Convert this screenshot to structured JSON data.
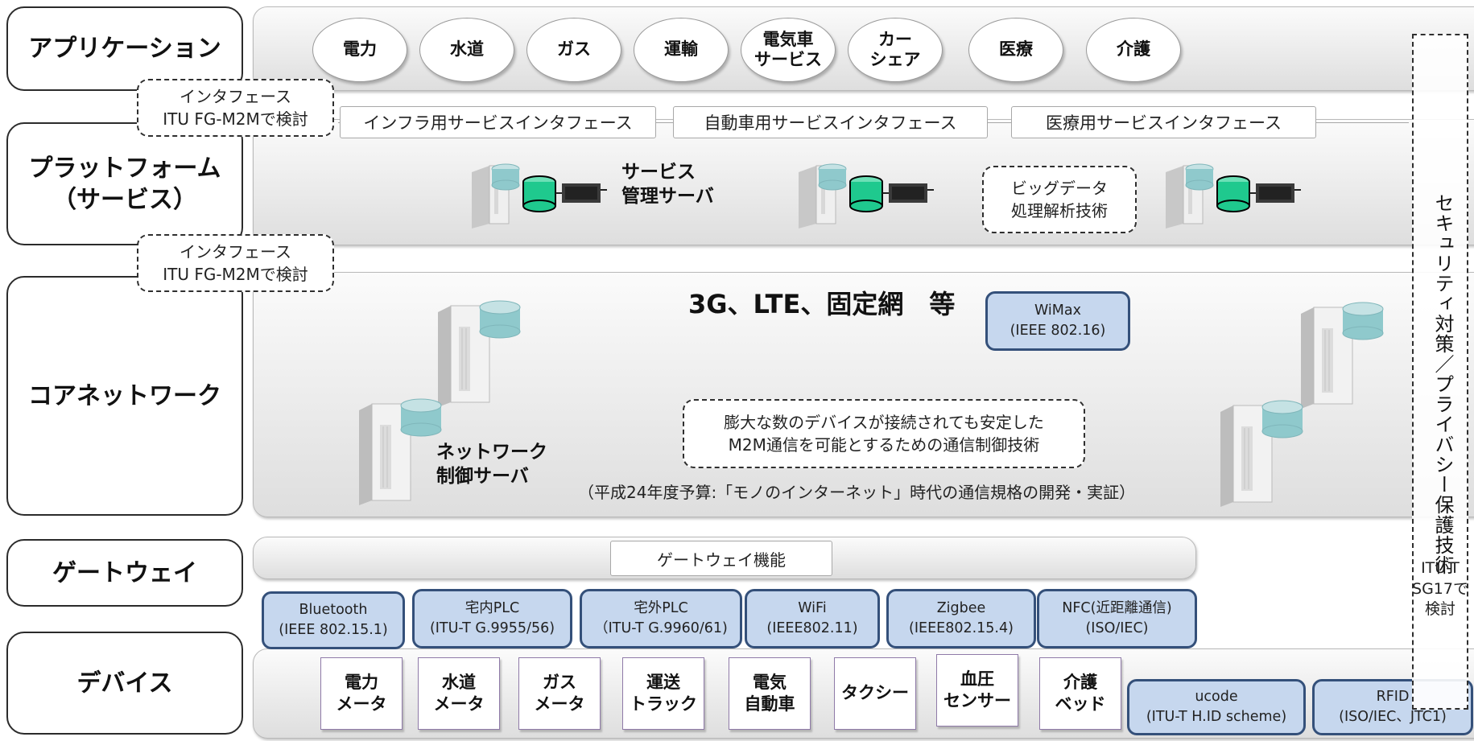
{
  "layers": {
    "application": "アプリケーション",
    "platform": "プラットフォーム\n（サービス）",
    "core_network": "コアネットワーク",
    "gateway": "ゲートウェイ",
    "device": "デバイス"
  },
  "interface_notes": [
    "インタフェース\nITU FG-M2Mで検討",
    "インタフェース\nITU FG-M2Mで検討"
  ],
  "applications": [
    "電力",
    "水道",
    "ガス",
    "運輸",
    "電気車\nサービス",
    "カー\nシェア",
    "医療",
    "介護"
  ],
  "service_interfaces": [
    "インフラ用サービスインタフェース",
    "自動車用サービスインタフェース",
    "医療用サービスインタフェース"
  ],
  "platform": {
    "server_label": "サービス\n管理サーバ",
    "big_data": "ビッグデータ\n処理解析技術"
  },
  "core": {
    "networks_title": "3G、LTE、固定網　等",
    "wimax": "WiMax\n(IEEE 802.16)",
    "control_tech": "膨大な数のデバイスが接続されても安定した\nM2M通信を可能とするための通信制御技術",
    "server_label": "ネットワーク\n制御サーバ",
    "budget_note": "（平成24年度予算:「モノのインターネット」時代の通信規格の開発・実証）"
  },
  "gateway": {
    "function_label": "ゲートウェイ機能"
  },
  "access_standards": [
    "Bluetooth\n(IEEE 802.15.1)",
    "宅内PLC\n(ITU-T G.9955/56)",
    "宅外PLC\n（ITU-T G.9960/61)",
    "WiFi\n(IEEE802.11)",
    "Zigbee\n(IEEE802.15.4)",
    "NFC(近距離通信)\n(ISO/IEC)"
  ],
  "devices": [
    "電力\nメータ",
    "水道\nメータ",
    "ガス\nメータ",
    "運送\nトラック",
    "電気\n自動車",
    "タクシー",
    "血圧\nセンサー",
    "介護\nベッド"
  ],
  "id_standards": [
    "ucode\n(ITU-T H.ID scheme)",
    "RFID\n(ISO/IEC、JTC1)"
  ],
  "security": {
    "title": "セキュリティ対策／プライバシー保護技術",
    "note": "ITU-T\nSG17で\n検討"
  },
  "colors": {
    "standard_fill": "#c6d7ee",
    "standard_border": "#34507a",
    "storage_green": "#1fc98e",
    "storage_teal": "#8fc9cc"
  }
}
